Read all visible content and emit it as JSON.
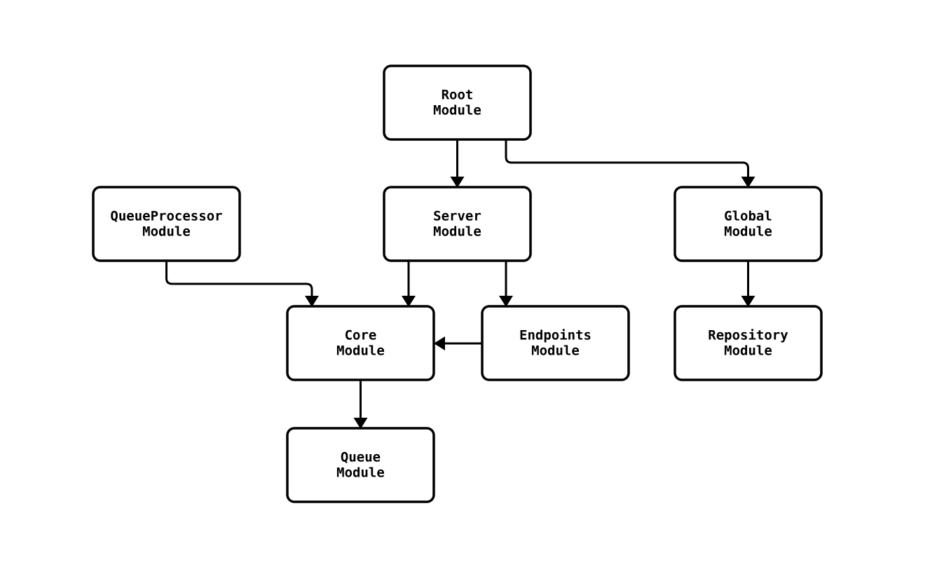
{
  "diagram": {
    "nodes": [
      {
        "id": "root",
        "line1": "Root",
        "line2": "Module"
      },
      {
        "id": "server",
        "line1": "Server",
        "line2": "Module"
      },
      {
        "id": "queueprocessor",
        "line1": "QueueProcessor",
        "line2": "Module"
      },
      {
        "id": "global",
        "line1": "Global",
        "line2": "Module"
      },
      {
        "id": "core",
        "line1": "Core",
        "line2": "Module"
      },
      {
        "id": "endpoints",
        "line1": "Endpoints",
        "line2": "Module"
      },
      {
        "id": "repository",
        "line1": "Repository",
        "line2": "Module"
      },
      {
        "id": "queue",
        "line1": "Queue",
        "line2": "Module"
      }
    ],
    "edges": [
      {
        "from": "Root Module",
        "to": "Server Module"
      },
      {
        "from": "Root Module",
        "to": "Global Module"
      },
      {
        "from": "QueueProcessor Module",
        "to": "Core Module"
      },
      {
        "from": "Server Module",
        "to": "Core Module"
      },
      {
        "from": "Server Module",
        "to": "Endpoints Module"
      },
      {
        "from": "Endpoints Module",
        "to": "Core Module"
      },
      {
        "from": "Global Module",
        "to": "Repository Module"
      },
      {
        "from": "Core Module",
        "to": "Queue Module"
      }
    ],
    "colors": {
      "background": "#ffffff",
      "node_fill": "#ffffff",
      "node_border": "#000000",
      "edge": "#000000",
      "text": "#000000"
    }
  }
}
